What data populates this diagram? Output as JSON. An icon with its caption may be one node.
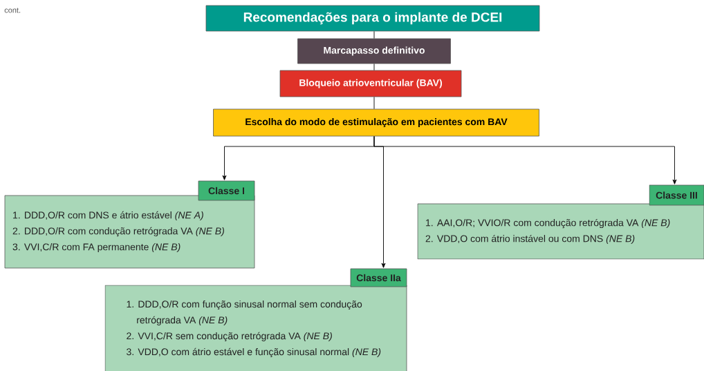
{
  "diagram": {
    "nodes": [
      {
        "text": [
          "Recomendações para o implante de DCEI"
        ]
      },
      {
        "text": [
          "Marcapasso definitivo"
        ]
      },
      {
        "text": [
          "Bloqueio atrioventricular (BAV)"
        ]
      },
      {
        "text": [
          "Escolha do modo de estimulação em pacientes com BAV"
        ]
      },
      {
        "text": [
          "Classe I"
        ]
      },
      {
        "text": [
          "1. DDD,O/R com DNS e átrio estável *(NE A)*",
          "2. DDD,O/R com condução retrógrada VA *(NE B)*",
          "3. VVI,C/R com FA permanente *(NE B)*"
        ]
      },
      {
        "text": [
          "Classe III"
        ]
      },
      {
        "text": [
          "1. AAI,O/R; VVIO/R com condução retrógrada VA *(NE B)*",
          "2. VDD,O com átrio instável ou com DNS *(NE B)*"
        ]
      },
      {
        "text": [
          "Classe IIa"
        ]
      },
      {
        "text": [
          "1. DDD,O/R com função sinusal normal sem condução retrógrada VA *(NE B)*",
          "2. VVI,C/R sem condução retrógrada VA *(NE B)*",
          "3. VDD,O com átrio estável e função sinusal normal *(NE B)*"
        ]
      }
    ],
    "edges": [
      {
        "from": 0,
        "to": 1,
        "arrow": "none"
      },
      {
        "from": 1,
        "to": 2,
        "arrow": "none"
      },
      {
        "from": 2,
        "to": 3,
        "arrow": "none"
      },
      {
        "from": 3,
        "to": 4,
        "arrow": "to"
      },
      {
        "from": 3,
        "to": 8,
        "arrow": "to"
      },
      {
        "from": 3,
        "to": 6,
        "arrow": "to"
      }
    ],
    "labels": [
      "cont."
    ]
  }
}
